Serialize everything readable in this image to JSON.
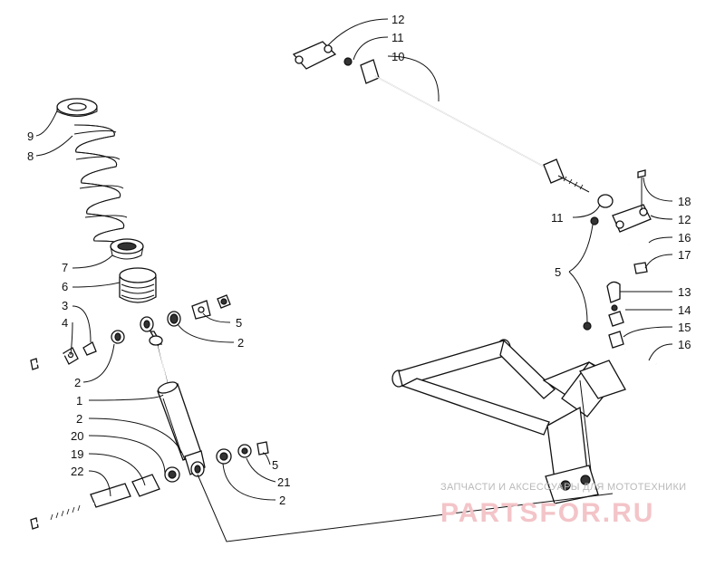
{
  "callouts": {
    "c1": "1",
    "c2a": "2",
    "c2b": "2",
    "c2c": "2",
    "c2d": "2",
    "c3": "3",
    "c4": "4",
    "c5a": "5",
    "c5b": "5",
    "c5c": "5",
    "c6": "6",
    "c7": "7",
    "c8": "8",
    "c9": "9",
    "c10": "10",
    "c11a": "11",
    "c11b": "11",
    "c12a": "12",
    "c12b": "12",
    "c13": "13",
    "c14": "14",
    "c15": "15",
    "c16a": "16",
    "c16b": "16",
    "c17": "17",
    "c18": "18",
    "c19": "19",
    "c20": "20",
    "c21": "21",
    "c22": "22"
  },
  "watermark": {
    "tagline": "ЗАПЧАСТИ И АКСЕССУАРЫ ДЛЯ МОТОТЕХНИКИ",
    "brand": "PARTSFOR.RU"
  }
}
